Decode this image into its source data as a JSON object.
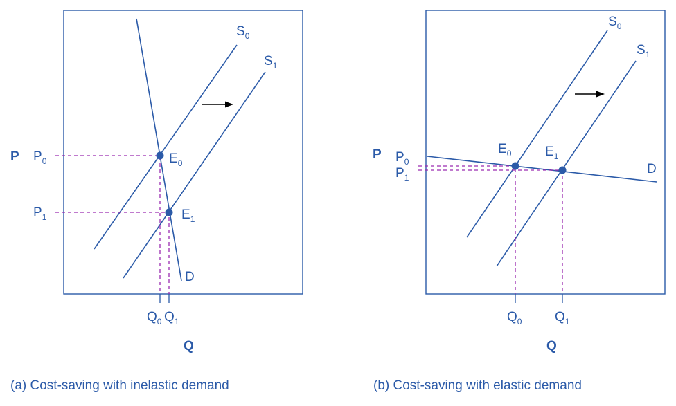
{
  "panel_a": {
    "caption": "(a) Cost-saving with inelastic demand",
    "price_axis": "P",
    "quantity_axis": "Q",
    "p0": {
      "base": "P",
      "sub": "0"
    },
    "p1": {
      "base": "P",
      "sub": "1"
    },
    "q0": {
      "base": "Q",
      "sub": "0"
    },
    "q1": {
      "base": "Q",
      "sub": "1"
    },
    "s0": {
      "base": "S",
      "sub": "0"
    },
    "s1": {
      "base": "S",
      "sub": "1"
    },
    "e0": {
      "base": "E",
      "sub": "0"
    },
    "e1": {
      "base": "E",
      "sub": "1"
    },
    "demand": "D"
  },
  "panel_b": {
    "caption": "(b) Cost-saving with elastic demand",
    "price_axis": "P",
    "quantity_axis": "Q",
    "p0": {
      "base": "P",
      "sub": "0"
    },
    "p1": {
      "base": "P",
      "sub": "1"
    },
    "q0": {
      "base": "Q",
      "sub": "0"
    },
    "q1": {
      "base": "Q",
      "sub": "1"
    },
    "s0": {
      "base": "S",
      "sub": "0"
    },
    "s1": {
      "base": "S",
      "sub": "1"
    },
    "e0": {
      "base": "E",
      "sub": "0"
    },
    "e1": {
      "base": "E",
      "sub": "1"
    },
    "demand": "D"
  },
  "colors": {
    "curves": "#2b5aa8",
    "guides": "#9a2bb0",
    "arrow": "#000000"
  }
}
